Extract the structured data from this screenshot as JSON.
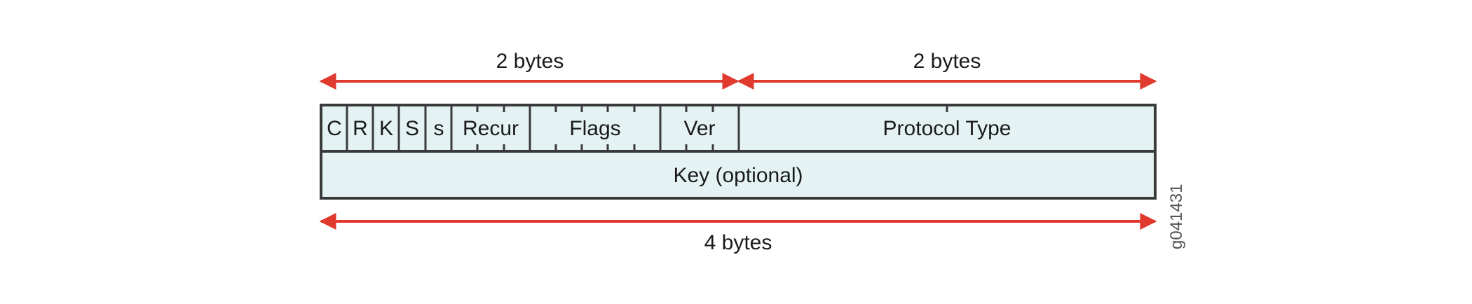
{
  "diagram": {
    "top_left_span": "2 bytes",
    "top_right_span": "2 bytes",
    "bottom_span": "4 bytes",
    "row1_fields": [
      "C",
      "R",
      "K",
      "S",
      "s",
      "Recur",
      "Flags",
      "Ver",
      "Protocol Type"
    ],
    "row2_field": "Key (optional)",
    "figure_id": "g041431",
    "colors": {
      "arrow": "#e03a2f",
      "cell_fill": "#e4f2f4",
      "border": "#3a3a3a",
      "text": "#1a1a1a"
    }
  }
}
